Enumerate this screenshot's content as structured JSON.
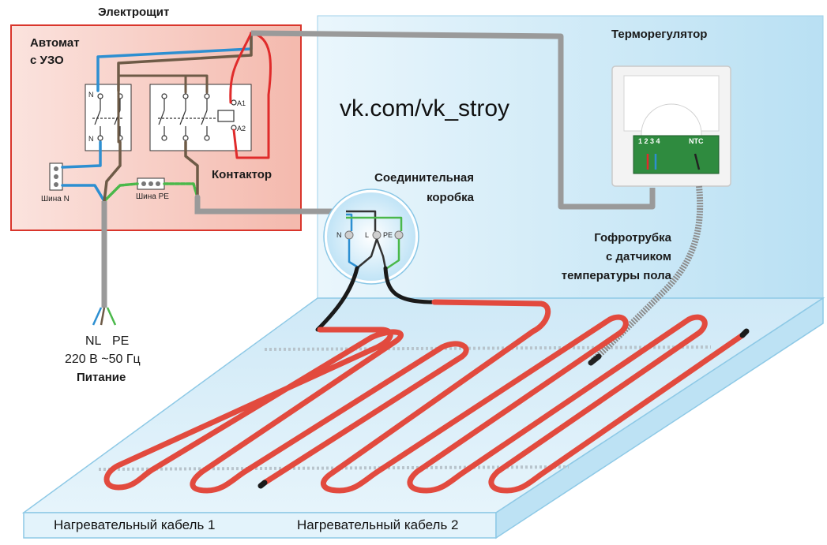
{
  "panel": {
    "title": "Электрощит",
    "breaker_line1": "Автомат",
    "breaker_line2": "с УЗО",
    "contactor": "Контактор",
    "bus_n": "Шина N",
    "bus_pe": "Шина PE",
    "term_n": "N",
    "term_a1": "A1",
    "term_a2": "A2"
  },
  "supply": {
    "nl": "NL",
    "pe": "PE",
    "voltage": "220 В ~50 Гц",
    "label": "Питание"
  },
  "junction_box": {
    "line1": "Соединительная",
    "line2": "коробка",
    "n": "N",
    "l": "L",
    "pe": "PE"
  },
  "thermostat": {
    "title": "Терморегулятор",
    "terminals": "1 2 3 4",
    "ntc": "NTC"
  },
  "conduit": {
    "line1": "Гофротрубка",
    "line2": "с датчиком",
    "line3": "температуры пола"
  },
  "watermark": "vk.com/vk_stroy",
  "cables": {
    "cable1": "Нагревательный кабель 1",
    "cable2": "Нагревательный кабель 2"
  },
  "colors": {
    "panel_border": "#d9352b",
    "wall": "#cfe9f7",
    "floor": "#d4ecf8",
    "heating_cable": "#e24a3e",
    "wire_blue": "#2d8fd1",
    "wire_brown": "#6e5b47",
    "wire_green": "#4ab84a",
    "conduit_gray": "#9a9a9a"
  }
}
